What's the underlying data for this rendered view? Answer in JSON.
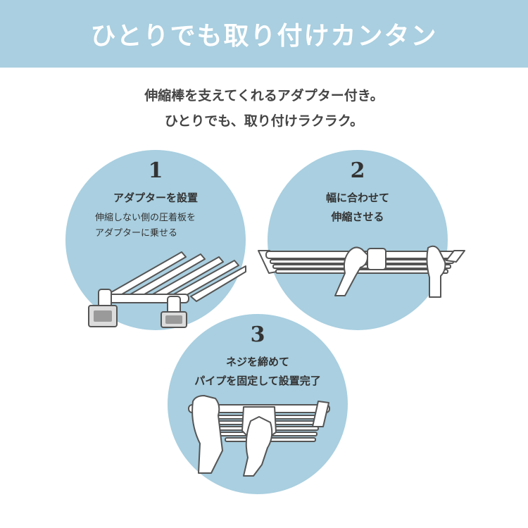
{
  "banner": {
    "title": "ひとりでも取り付けカンタン"
  },
  "intro": {
    "line1": "伸縮棒を支えてくれるアダプター付き。",
    "line2": "ひとりでも、取り付けラクラク。"
  },
  "steps": [
    {
      "number": "1",
      "title": "アダプターを設置",
      "desc_line1": "伸縮しない側の圧着板を",
      "desc_line2": "アダプターに乗せる"
    },
    {
      "number": "2",
      "title_line1": "幅に合わせて",
      "title_line2": "伸縮させる"
    },
    {
      "number": "3",
      "title_line1": "ネジを締めて",
      "title_line2": "パイプを固定して設置完了"
    }
  ],
  "colors": {
    "banner": "#a9cfe0",
    "circle": "#a9cfe0",
    "text": "#3f3f3f"
  }
}
